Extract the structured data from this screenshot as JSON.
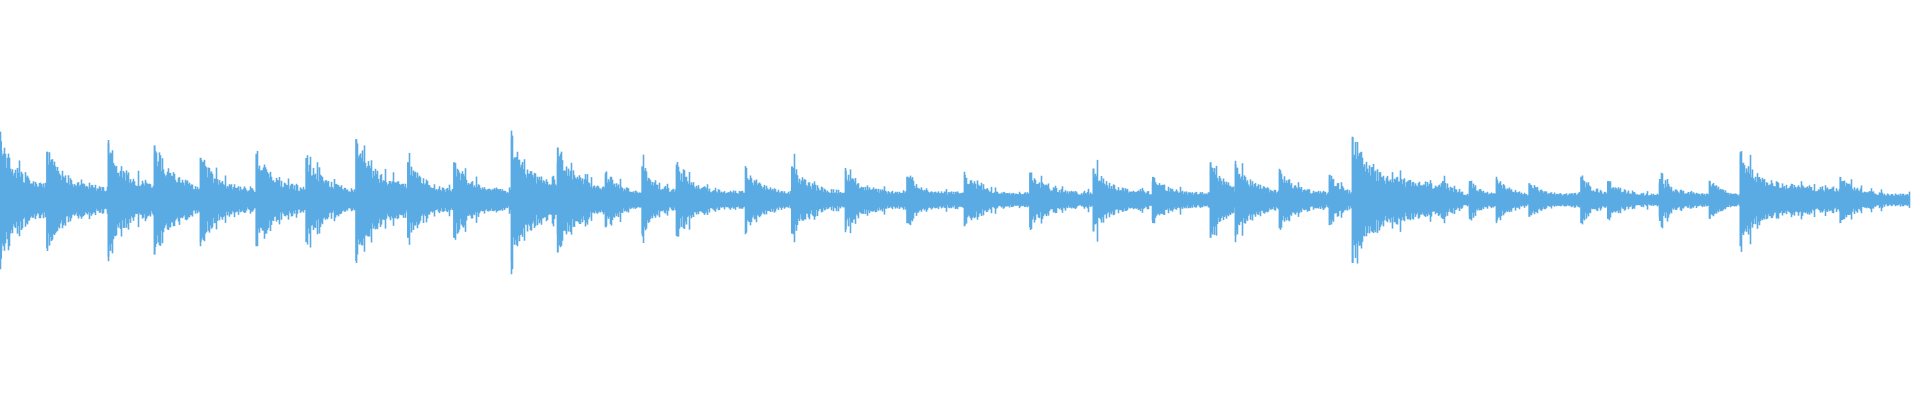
{
  "waveform": {
    "color": "#5aaae3",
    "background": "#ffffff",
    "transients": [
      {
        "t": 0.0,
        "a": 0.28
      },
      {
        "t": 0.024,
        "a": 0.23
      },
      {
        "t": 0.056,
        "a": 0.27
      },
      {
        "t": 0.08,
        "a": 0.26
      },
      {
        "t": 0.104,
        "a": 0.2
      },
      {
        "t": 0.133,
        "a": 0.22
      },
      {
        "t": 0.159,
        "a": 0.2
      },
      {
        "t": 0.185,
        "a": 0.29
      },
      {
        "t": 0.212,
        "a": 0.18
      },
      {
        "t": 0.236,
        "a": 0.18
      },
      {
        "t": 0.266,
        "a": 0.29
      },
      {
        "t": 0.29,
        "a": 0.25
      },
      {
        "t": 0.315,
        "a": 0.13
      },
      {
        "t": 0.334,
        "a": 0.16
      },
      {
        "t": 0.352,
        "a": 0.15
      },
      {
        "t": 0.388,
        "a": 0.14
      },
      {
        "t": 0.412,
        "a": 0.16
      },
      {
        "t": 0.44,
        "a": 0.14
      },
      {
        "t": 0.472,
        "a": 0.11
      },
      {
        "t": 0.502,
        "a": 0.12
      },
      {
        "t": 0.536,
        "a": 0.13
      },
      {
        "t": 0.569,
        "a": 0.15
      },
      {
        "t": 0.6,
        "a": 0.11
      },
      {
        "t": 0.63,
        "a": 0.18
      },
      {
        "t": 0.643,
        "a": 0.17
      },
      {
        "t": 0.666,
        "a": 0.13
      },
      {
        "t": 0.692,
        "a": 0.12
      },
      {
        "t": 0.704,
        "a": 0.3
      },
      {
        "t": 0.751,
        "a": 0.09
      },
      {
        "t": 0.765,
        "a": 0.09
      },
      {
        "t": 0.779,
        "a": 0.1
      },
      {
        "t": 0.796,
        "a": 0.08
      },
      {
        "t": 0.823,
        "a": 0.11
      },
      {
        "t": 0.837,
        "a": 0.09
      },
      {
        "t": 0.864,
        "a": 0.1
      },
      {
        "t": 0.89,
        "a": 0.09
      },
      {
        "t": 0.906,
        "a": 0.22
      },
      {
        "t": 0.958,
        "a": 0.11
      }
    ]
  }
}
